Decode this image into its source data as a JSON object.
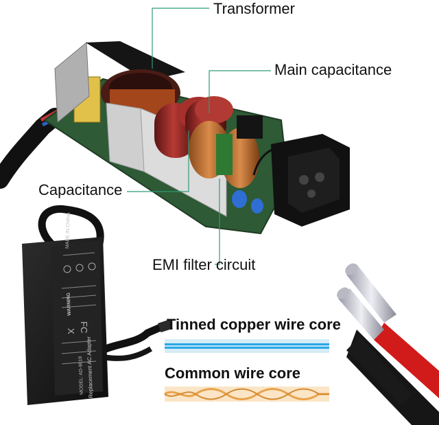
{
  "callouts": {
    "transformer": "Transformer",
    "main_capacitance": "Main capacitance",
    "capacitance": "Capacitance",
    "emi_filter": "EMI filter circuit"
  },
  "wire_samples": {
    "tinned": "Tinned copper wire core",
    "common": "Common wire core"
  },
  "adapter_labels": {
    "made_in": "MADE IN CHINA",
    "title": "Replacement AC Adapter",
    "model": "MODEL: AD-9019",
    "warning": "WARNING"
  },
  "colors": {
    "pcb": "#2e5a35",
    "callout_line": "#2f9a78",
    "tinned_wire": "#2aa8e6",
    "common_wire": "#e8a24a",
    "adapter": "#1b1b1b",
    "cable_red": "#d11a1a"
  }
}
